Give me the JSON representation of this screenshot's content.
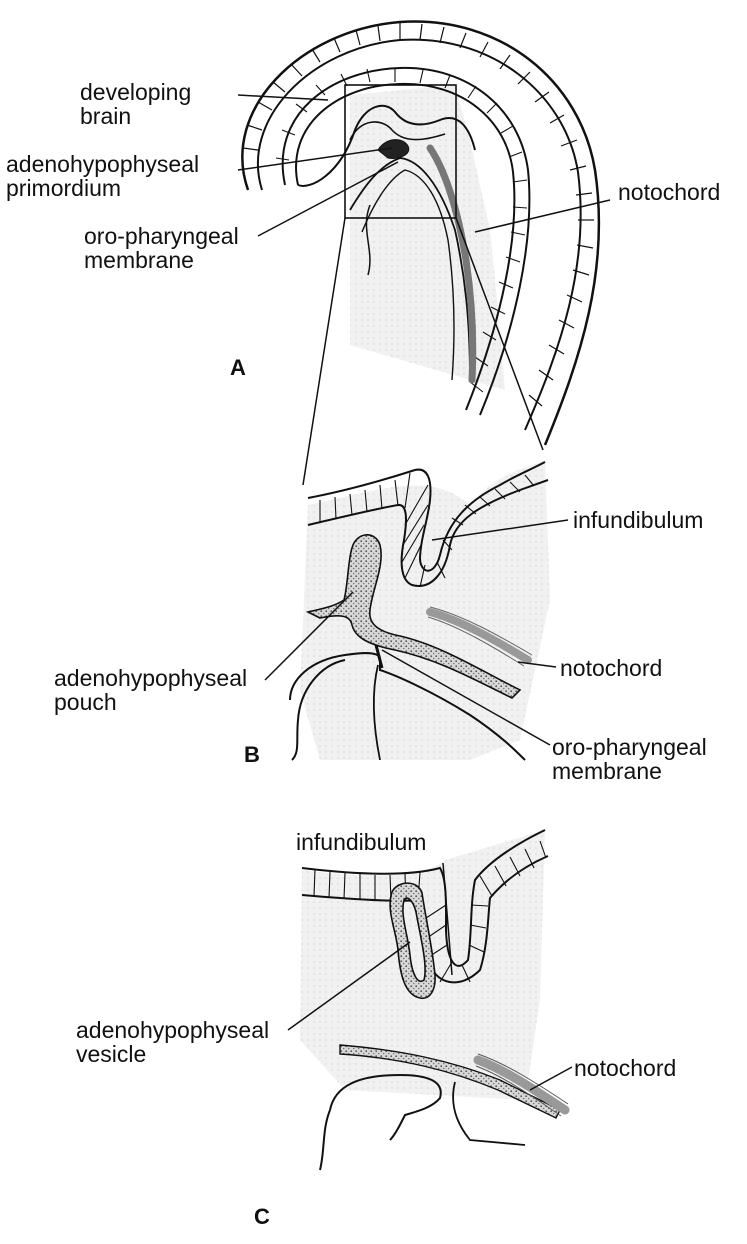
{
  "panels": {
    "a": {
      "letter": "A",
      "labels": {
        "developing_brain": "developing\nbrain",
        "adenohypophyseal_primordium": "adenohypophyseal\nprimordium",
        "oro_pharyngeal_membrane": "oro-pharyngeal\nmembrane",
        "notochord": "notochord"
      }
    },
    "b": {
      "letter": "B",
      "labels": {
        "infundibulum": "infundibulum",
        "adenohypophyseal_pouch": "adenohypophyseal\npouch",
        "notochord": "notochord",
        "oro_pharyngeal_membrane": "oro-pharyngeal\nmembrane"
      }
    },
    "c": {
      "letter": "C",
      "labels": {
        "infundibulum": "infundibulum",
        "adenohypophyseal_vesicle": "adenohypophyseal\nvesicle",
        "notochord": "notochord"
      }
    }
  },
  "colors": {
    "ink": "#111111",
    "tissue_shade": "#ececec",
    "stipple": "#8a8a8a",
    "notochord_fill": "#9a9a9a"
  }
}
